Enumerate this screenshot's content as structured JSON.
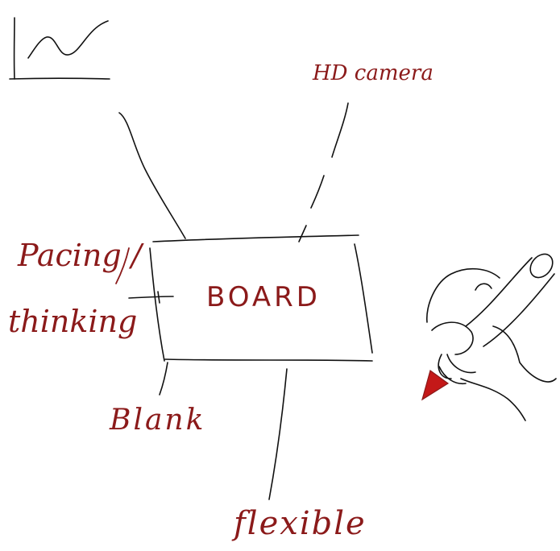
{
  "diagram": {
    "center_label": "BOARD",
    "annotations": {
      "top_right": "HD camera",
      "left_line1": "Pacing /",
      "left_line2": "thinking",
      "bottom_left": "Blank",
      "bottom": "flexible"
    },
    "icons": {
      "top_left": "line-chart-icon",
      "right": "hand-holding-marker-icon"
    },
    "colors": {
      "annotation_ink": "#8b1a1a",
      "sketch_ink": "#111111",
      "background": "#ffffff"
    }
  }
}
